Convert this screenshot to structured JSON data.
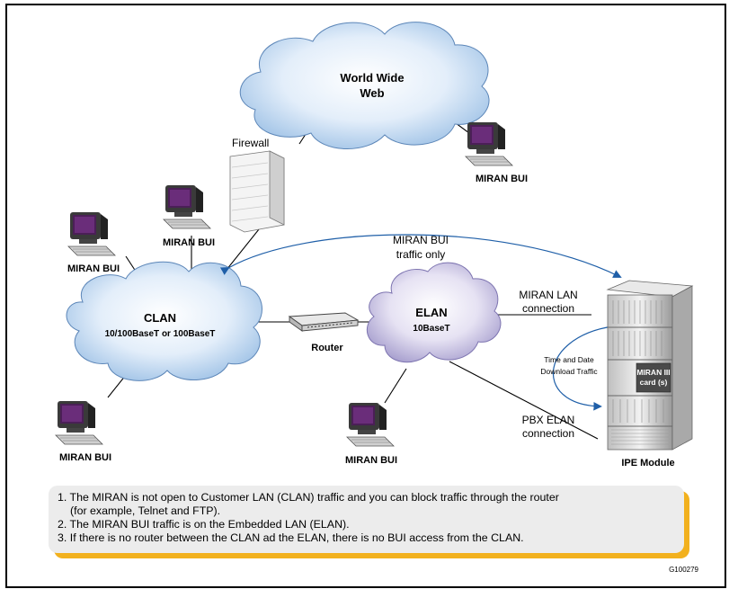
{
  "nodes": {
    "www": {
      "title_line1": "World Wide",
      "title_line2": "Web"
    },
    "clan": {
      "title": "CLAN",
      "subtitle": "10/100BaseT or 100BaseT"
    },
    "elan": {
      "title": "ELAN",
      "subtitle": "10BaseT"
    },
    "router": {
      "label": "Router"
    },
    "firewall": {
      "label": "Firewall"
    },
    "ipe_module": {
      "label": "IPE Module",
      "card_line1": "MIRAN III",
      "card_line2": "card (s)"
    },
    "miran_bui_label": "MIRAN BUI"
  },
  "annotations": {
    "bui_traffic_line1": "MIRAN BUI",
    "bui_traffic_line2": "traffic only",
    "lan_conn_line1": "MIRAN LAN",
    "lan_conn_line2": "connection",
    "pbx_conn_line1": "PBX ELAN",
    "pbx_conn_line2": "connection",
    "time_date_line1": "Time and Date",
    "time_date_line2": "Download Traffic"
  },
  "notes": {
    "item1_line1": "1. The MIRAN is not open to Customer LAN (CLAN) traffic and you can block traffic through the router",
    "item1_line2": "(for example, Telnet and FTP).",
    "item2": "2. The MIRAN BUI traffic is on the Embedded LAN (ELAN).",
    "item3": "3. If there is no router between the CLAN ad the ELAN, there is no BUI access from the CLAN."
  },
  "figure_id": "G100279",
  "colors": {
    "cloud_blue": "#cfe3f7",
    "cloud_purple": "#dcd6ef",
    "arrow_blue": "#1f5fa8",
    "note_bg": "#ececec",
    "note_shadow": "#f2b11e"
  }
}
